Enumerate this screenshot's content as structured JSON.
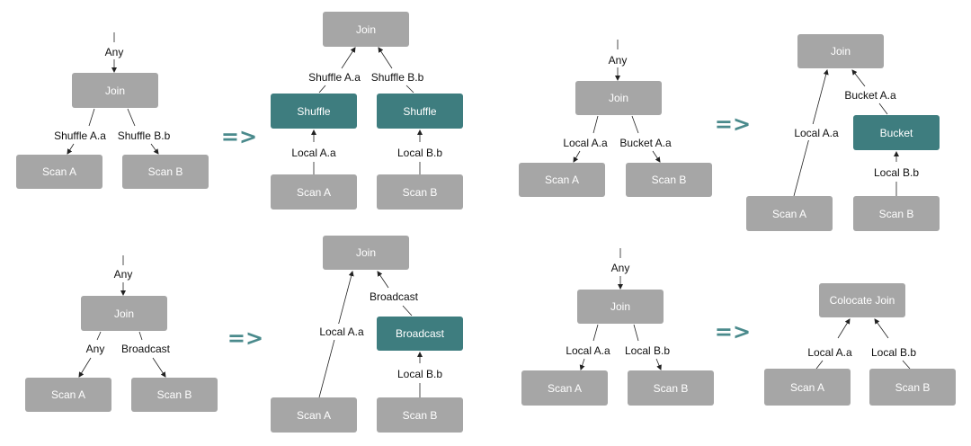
{
  "colors": {
    "operator": "#a6a6a6",
    "exchange": "#3e7d7f",
    "transform_arrow": "#4a8a8c",
    "edge": "#222222"
  },
  "labels": {
    "join": "Join",
    "scan_a": "Scan A",
    "scan_b": "Scan B",
    "shuffle": "Shuffle",
    "bucket": "Bucket",
    "broadcast": "Broadcast",
    "colocate_join": "Colocate Join",
    "any": "Any",
    "shuffle_a": "Shuffle A.a",
    "shuffle_b": "Shuffle B.b",
    "local_a": "Local A.a",
    "local_b": "Local B.b",
    "bucket_a": "Bucket A.a",
    "transform": "=>"
  }
}
